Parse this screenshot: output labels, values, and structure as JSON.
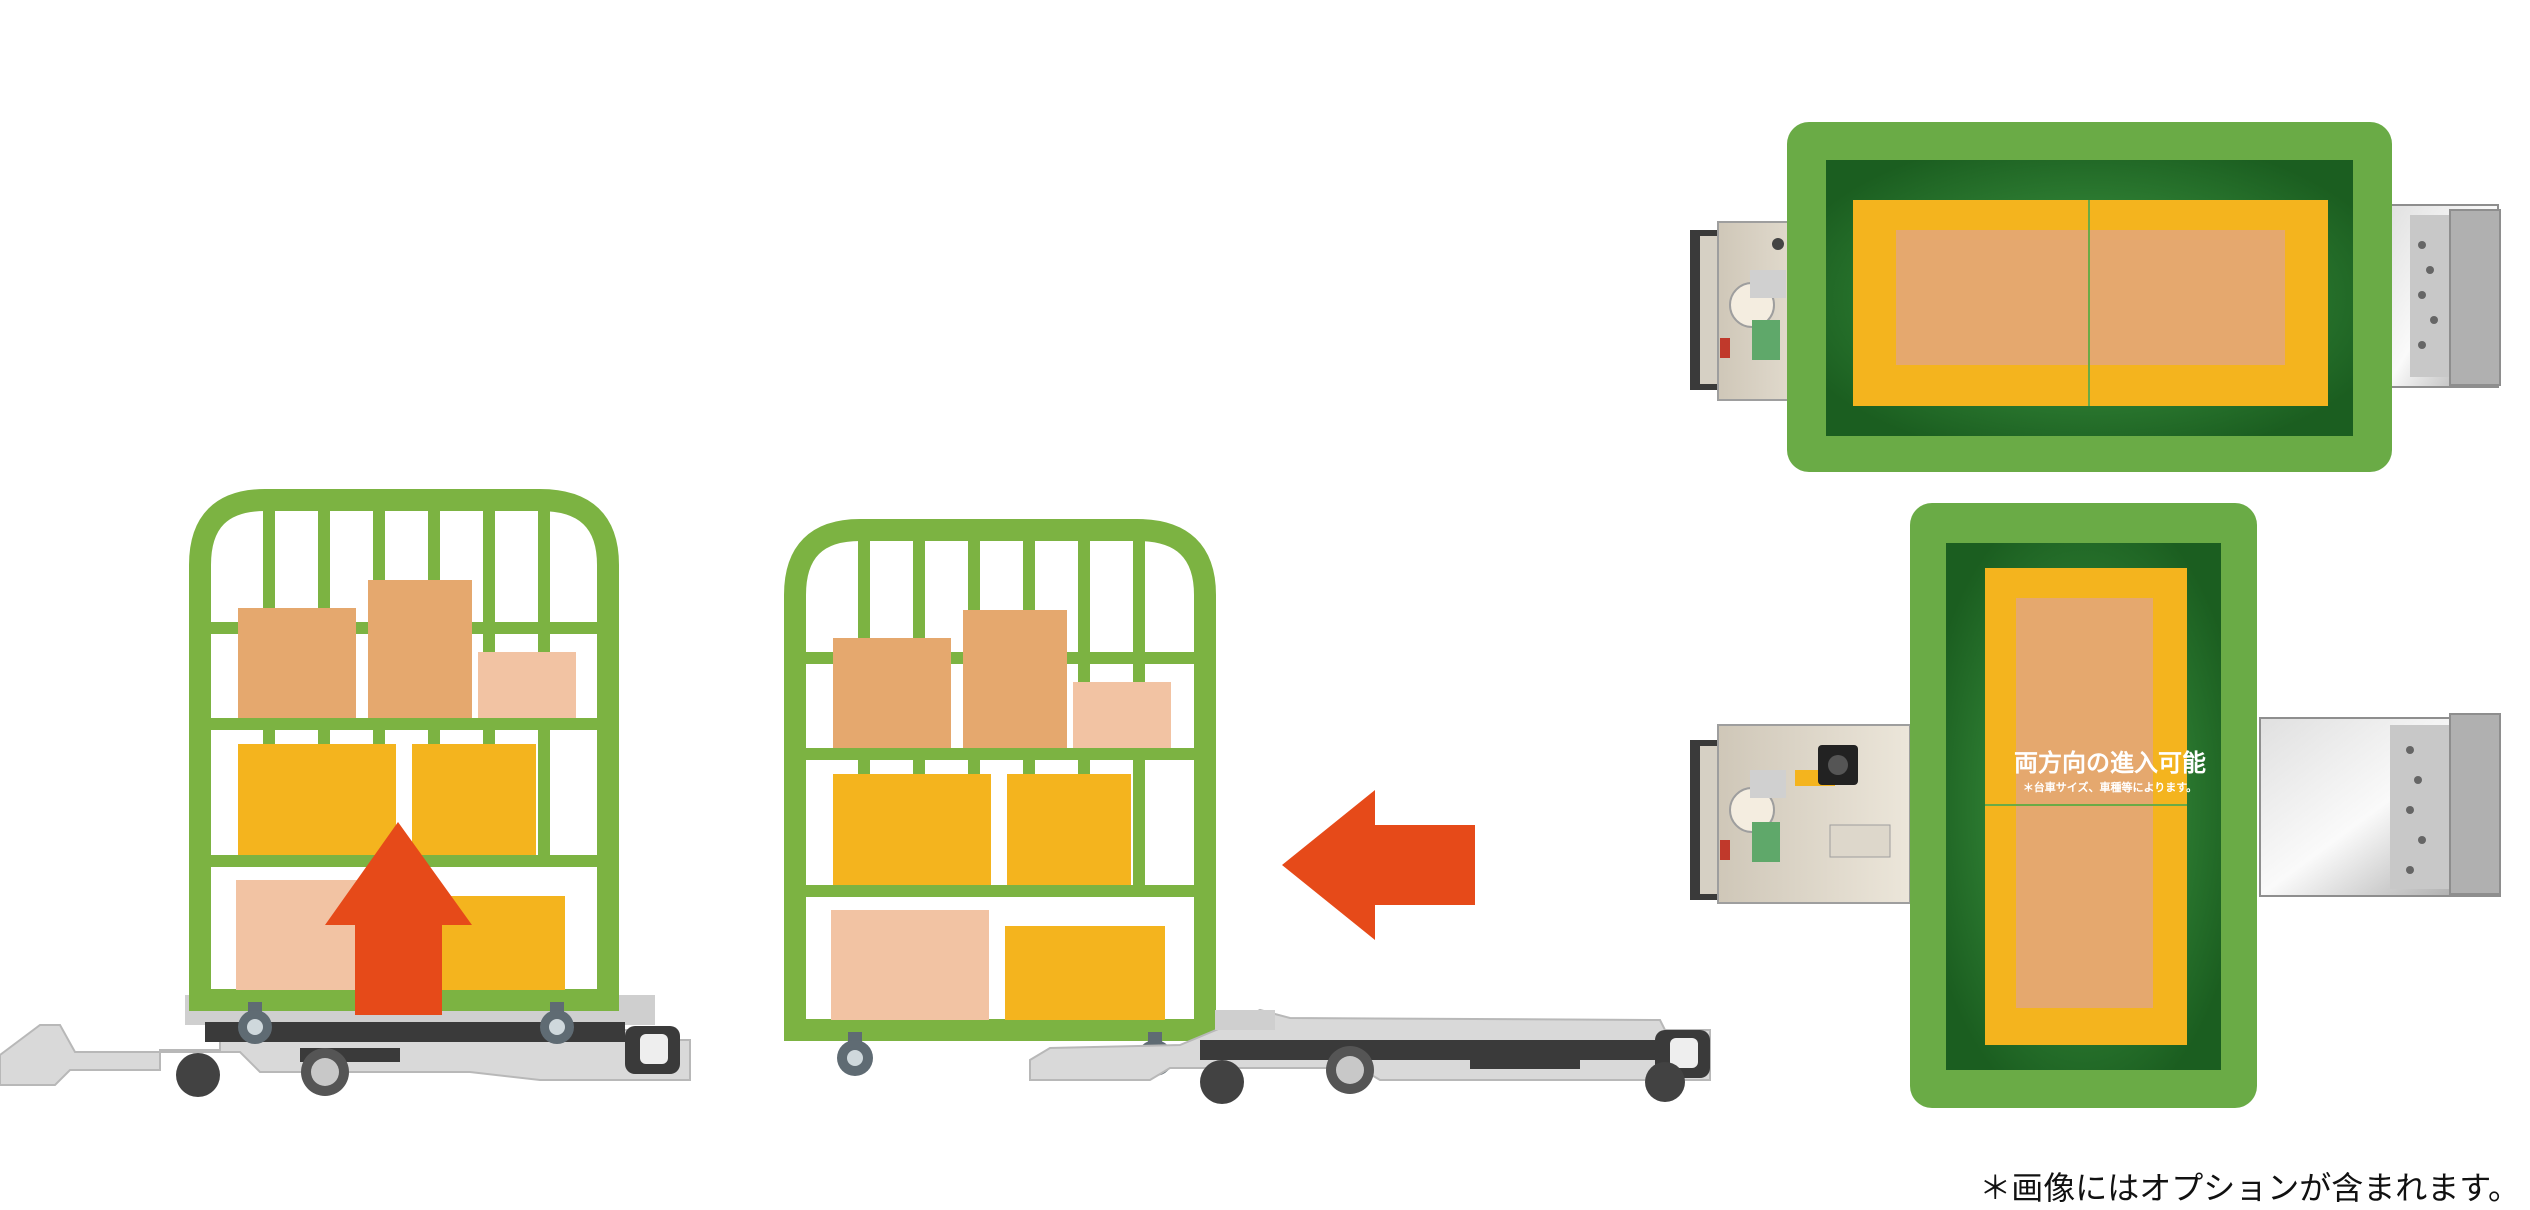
{
  "labels": {
    "bidirectional_title": "両方向の進入可能",
    "bidirectional_note": "＊台車サイズ、車種等によります。",
    "footnote": "＊画像にはオプションが含まれます。"
  },
  "colors": {
    "cart_frame": "#7cb342",
    "box_light": "#f2c3a3",
    "box_tan": "#e5a86e",
    "box_yellow": "#f4b41e",
    "arrow": "#e64a19",
    "pad_outer": "#6aab46",
    "pad_dark": "#2e7d32",
    "robot_body": "#d7d7d7",
    "robot_dark": "#3a3a3a"
  },
  "icons": {
    "lift_arrow": "arrow-up-icon",
    "enter_arrow": "arrow-left-icon"
  }
}
